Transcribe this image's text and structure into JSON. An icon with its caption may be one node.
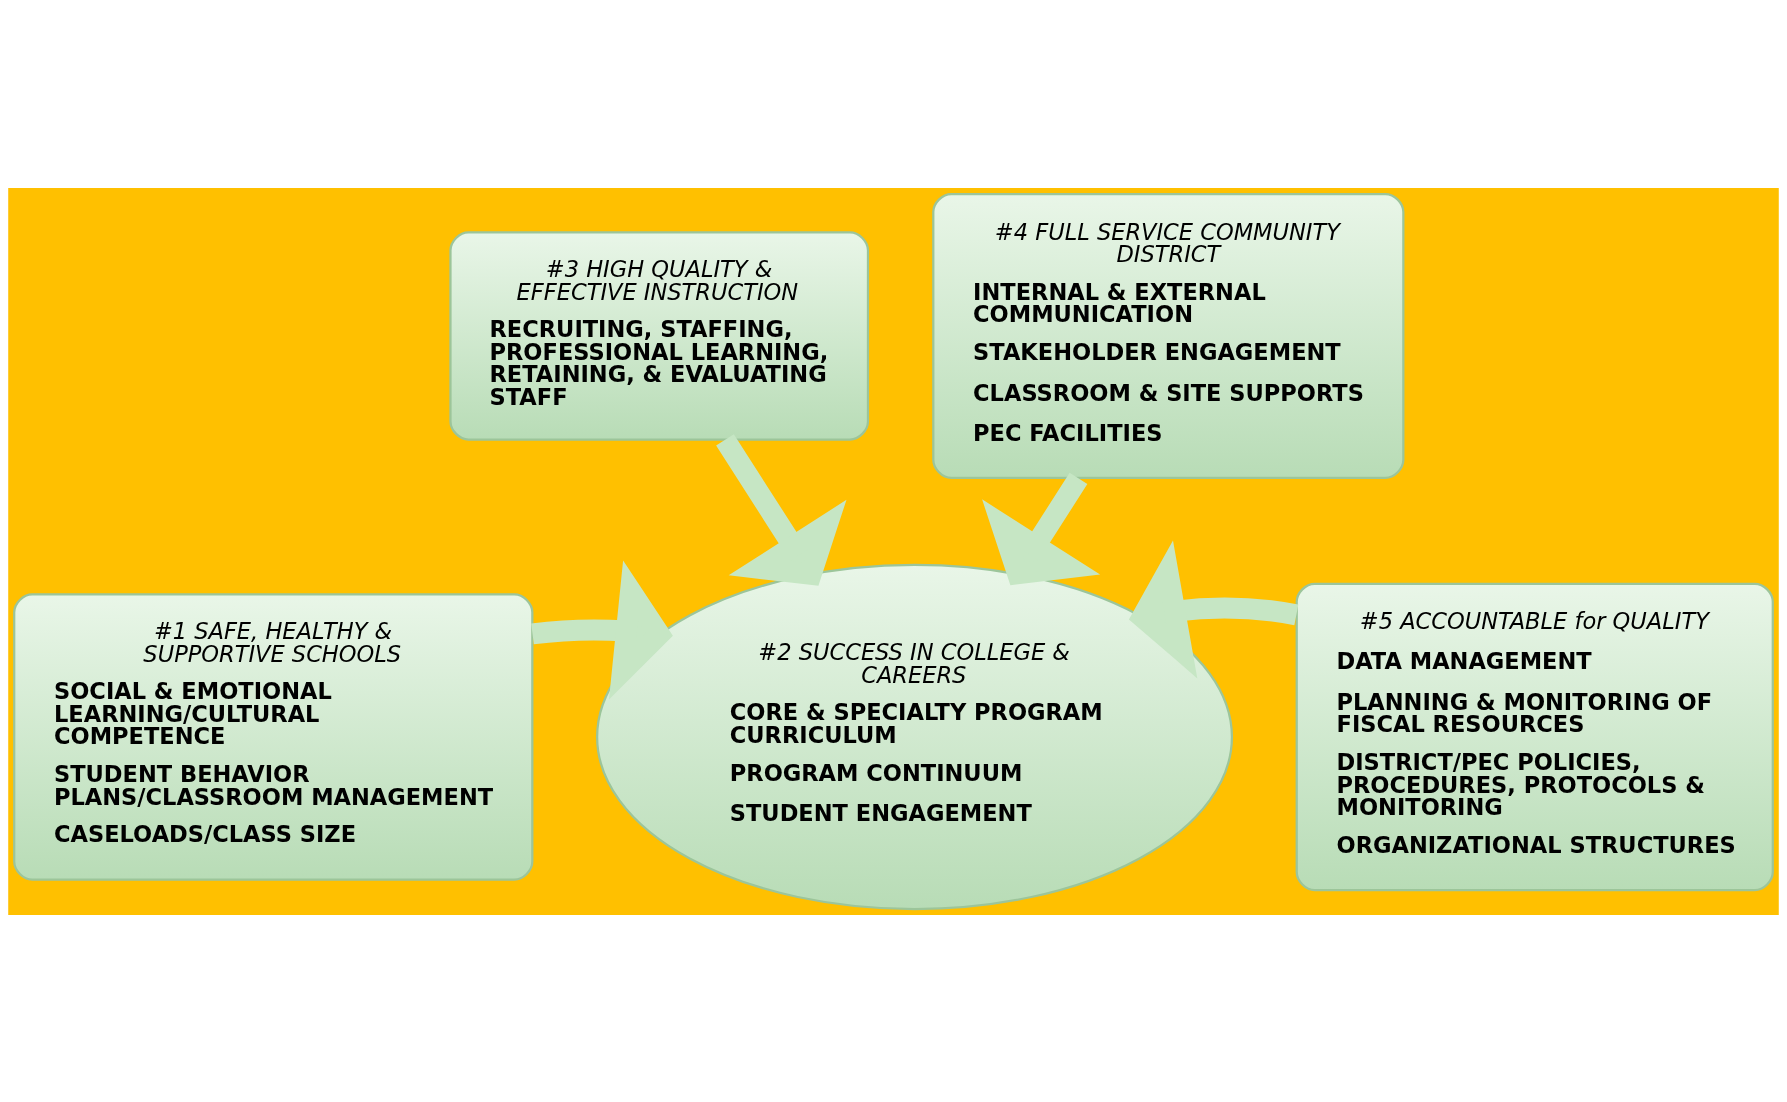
{
  "diagram": {
    "nodes": [
      {
        "text": [
          "#3 HIGH QUALITY & EFFECTIVE INSTRUCTION",
          "RECRUITING, STAFFING, PROFESSIONAL LEARNING, RETAINING, & EVALUATING STAFF"
        ]
      },
      {
        "text": [
          "#4 FULL SERVICE COMMUNITY DISTRICT",
          "INTERNAL & EXTERNAL COMMUNICATION",
          "STAKEHOLDER ENGAGEMENT",
          "CLASSROOM & SITE SUPPORTS",
          "PEC FACILITIES"
        ]
      },
      {
        "text": [
          "#1 SAFE, HEALTHY & SUPPORTIVE SCHOOLS",
          "SOCIAL & EMOTIONAL LEARNING/CULTURAL COMPETENCE",
          "STUDENT BEHAVIOR PLANS/CLASSROOM MANAGEMENT",
          "CASELOADS/CLASS SIZE"
        ]
      },
      {
        "text": [
          "#2 SUCCESS IN COLLEGE & CAREERS",
          "CORE & SPECIALTY PROGRAM CURRICULUM",
          "PROGRAM CONTINUUM",
          "STUDENT ENGAGEMENT"
        ]
      },
      {
        "text": [
          "#5 ACCOUNTABLE for QUALITY",
          "DATA MANAGEMENT",
          "PLANNING & MONITORING OF FISCAL RESOURCES",
          "DISTRICT/PEC POLICIES, PROCEDURES, PROTOCOLS & MONITORING",
          "ORGANIZATIONAL STRUCTURES"
        ]
      }
    ],
    "edges": [
      {
        "from": 0,
        "to": 3,
        "arrow": "to"
      },
      {
        "from": 1,
        "to": 3,
        "arrow": "to"
      },
      {
        "from": 2,
        "to": 3,
        "arrow": "to"
      },
      {
        "from": 4,
        "to": 3,
        "arrow": "to"
      }
    ]
  }
}
